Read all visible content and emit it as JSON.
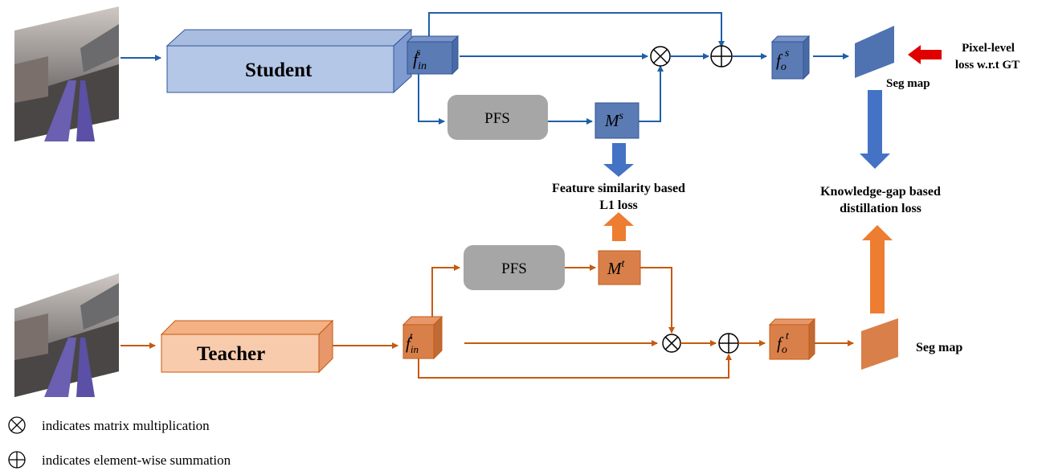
{
  "colors": {
    "student_stroke": "#1f5fa8",
    "student_fill": "#b4c7e7",
    "student_arrow": "#4472c4",
    "teacher_stroke": "#c55a11",
    "teacher_fill": "#f8cbad",
    "teacher_arrow": "#ed7d31",
    "pfs_fill": "#a6a6a6",
    "feature_student": "#5b7bb5",
    "feature_teacher": "#d9804a",
    "red_arrow": "#e00000"
  },
  "student": {
    "label": "Student",
    "feature_in": {
      "base": "f",
      "sub": "in",
      "sup": "s"
    },
    "feature_out": {
      "base": "f",
      "sub": "o",
      "sup": "s"
    },
    "pfs": "PFS",
    "mask": {
      "base": "M",
      "sup": "s"
    },
    "seg": "Seg map"
  },
  "teacher": {
    "label": "Teacher",
    "feature_in": {
      "base": "f",
      "sub": "in",
      "sup": "t"
    },
    "feature_out": {
      "base": "f",
      "sub": "o",
      "sup": "t"
    },
    "pfs": "PFS",
    "mask": {
      "base": "M",
      "sup": "t"
    },
    "seg": "Seg map"
  },
  "losses": {
    "pixel_level": [
      "Pixel-level",
      "loss w.r.t GT"
    ],
    "feature_similarity": [
      "Feature similarity based",
      "L1 loss"
    ],
    "knowledge_gap": [
      "Knowledge-gap based",
      "distillation loss"
    ]
  },
  "legend": {
    "multiply": "indicates matrix multiplication",
    "sum": "indicates element-wise summation"
  },
  "icons": {
    "road_image": "road-scene-image",
    "multiply": "circle-times-icon",
    "sum": "circle-plus-icon"
  }
}
